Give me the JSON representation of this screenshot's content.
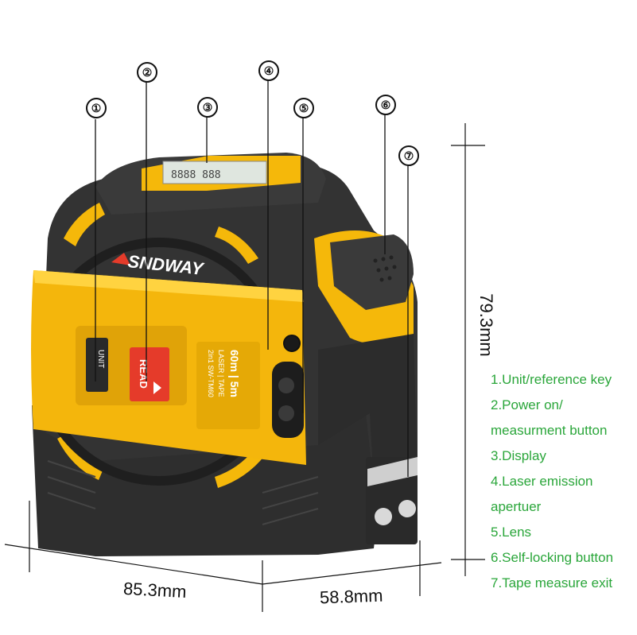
{
  "brand": {
    "name": "SNDWAY"
  },
  "device": {
    "unit_key": "UNIT",
    "read_key": "READ",
    "spec_range": "60m | 5m",
    "spec_mode": "LASER | TAPE",
    "spec_model": "2in1 SW-TM60"
  },
  "callouts": [
    "①",
    "②",
    "③",
    "④",
    "⑤",
    "⑥",
    "⑦"
  ],
  "dimensions": {
    "width": "85.3mm",
    "depth": "58.8mm",
    "height": "79.3mm"
  },
  "legend": [
    "1.Unit/reference key",
    "2.Power on/",
    "measurment button",
    "3.Display",
    "4.Laser emission",
    "apertuer",
    "5.Lens",
    "6.Self-locking button",
    "7.Tape measure exit"
  ],
  "colors": {
    "body_dark": "#2b2b2b",
    "accent_yellow": "#f5b80a",
    "read_red": "#e53b2a",
    "legend_green": "#2aa63a"
  }
}
